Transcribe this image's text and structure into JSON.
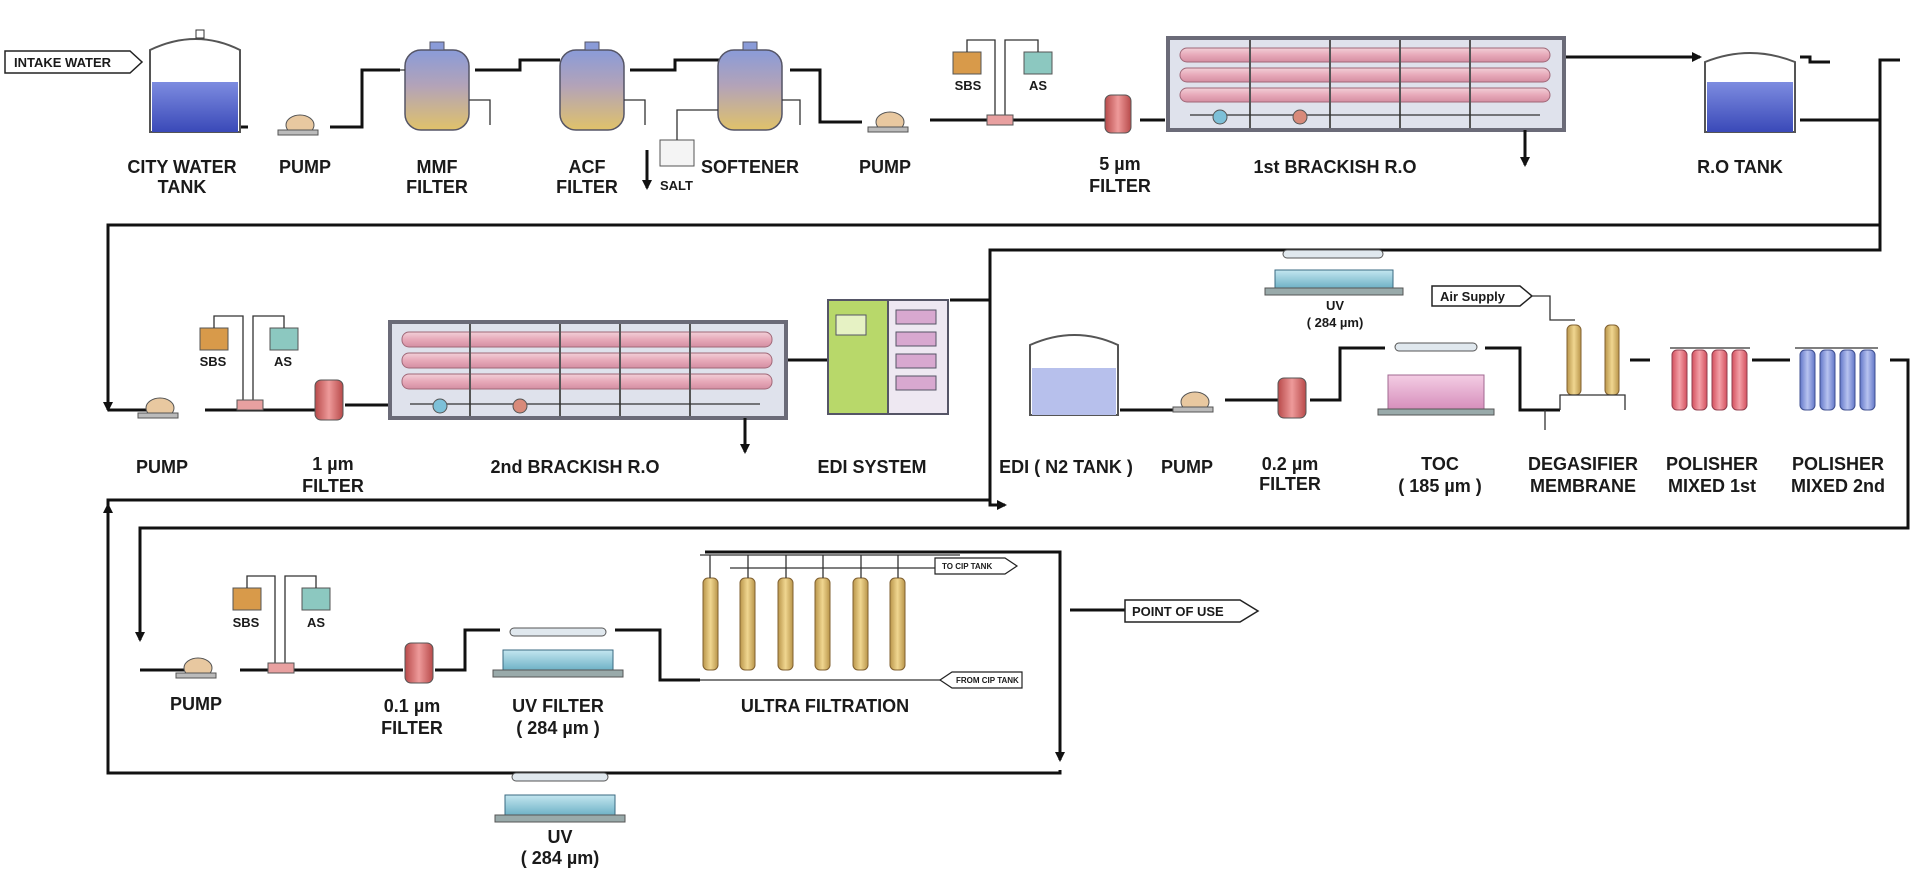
{
  "labels": {
    "intake_water": "INTAKE WATER",
    "city_water_tank": [
      "CITY WATER",
      "TANK"
    ],
    "pump": "PUMP",
    "mmf_filter": [
      "MMF",
      "FILTER"
    ],
    "acf_filter": [
      "ACF",
      "FILTER"
    ],
    "softener": "SOFTENER",
    "salt": "SALT",
    "sbs": "SBS",
    "as": "AS",
    "filter_5um": [
      "5 µm",
      "FILTER"
    ],
    "brackish_ro_1": "1st BRACKISH  R.O",
    "ro_tank": "R.O TANK",
    "filter_1um": [
      "1  µm",
      "FILTER"
    ],
    "brackish_ro_2": "2nd BRACKISH  R.O",
    "edi_system": "EDI  SYSTEM",
    "edi_n2_tank": "EDI ( N2 TANK )",
    "uv_top": [
      "UV",
      "( 284  µm)"
    ],
    "air_supply": "Air Supply",
    "filter_02um": [
      "0.2  µm",
      "FILTER"
    ],
    "toc": [
      "TOC",
      "( 185 µm )"
    ],
    "degasifier_membrane": [
      "DEGASIFIER",
      "MEMBRANE"
    ],
    "polisher_mixed_1st": [
      "POLISHER",
      "MIXED  1st"
    ],
    "polisher_mixed_2nd": [
      "POLISHER",
      "MIXED  2nd"
    ],
    "filter_01um": [
      "0.1  µm",
      "FILTER"
    ],
    "uv_filter": [
      "UV FILTER",
      "( 284 µm )"
    ],
    "ultra_filtration": "ULTRA FILTRATION",
    "to_cip_tank": "TO CIP TANK",
    "from_cip_tank": "FROM CIP TANK",
    "point_of_use": "POINT OF USE",
    "uv_bottom": [
      "UV",
      "( 284  µm)"
    ]
  },
  "colors": {
    "pipe": "#111111",
    "tank_water": "#4a5bc4",
    "ro_membrane": "#e7b3c0",
    "ro_frame": "#6b6b78",
    "edi_green": "#b8d86a",
    "uv_body": "#8cc8d8",
    "polisher_red": "#e06070",
    "polisher_blue": "#7a8fd8",
    "vessel_top": "#8a9bd8",
    "vessel_bottom": "#e0c26a",
    "filter_red": "#d86a6a",
    "uf_column": "#e2c070",
    "toc_pink": "#e8b0d0"
  }
}
